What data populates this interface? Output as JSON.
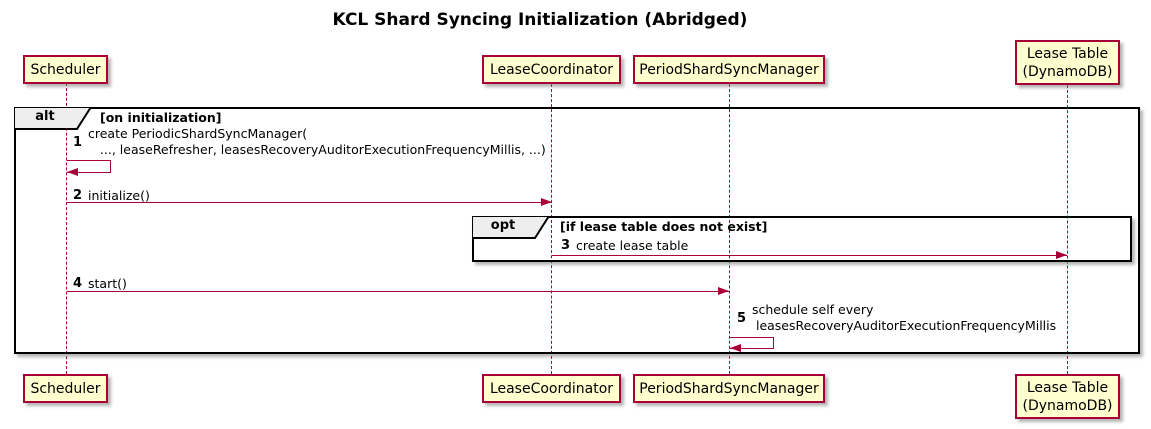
{
  "title": "KCL Shard Syncing Initialization (Abridged)",
  "participants": [
    {
      "name": "Scheduler"
    },
    {
      "name": "LeaseCoordinator"
    },
    {
      "name": "PeriodShardSyncManager"
    },
    {
      "name": "Lease Table\n(DynamoDB)"
    }
  ],
  "frames": [
    {
      "keyword": "alt",
      "guard": "[on initialization]"
    },
    {
      "keyword": "opt",
      "guard": "[if lease table does not exist]"
    }
  ],
  "messages": [
    {
      "num": "1",
      "text": "create PeriodicShardSyncManager(\n   ..., leaseRefresher, leasesRecoveryAuditorExecutionFrequencyMillis, ...)",
      "from": "Scheduler",
      "to": "Scheduler",
      "type": "self"
    },
    {
      "num": "2",
      "text": "initialize()",
      "from": "Scheduler",
      "to": "LeaseCoordinator",
      "type": "sync"
    },
    {
      "num": "3",
      "text": "create lease table",
      "from": "LeaseCoordinator",
      "to": "Lease Table (DynamoDB)",
      "type": "sync"
    },
    {
      "num": "4",
      "text": "start()",
      "from": "Scheduler",
      "to": "PeriodShardSyncManager",
      "type": "sync"
    },
    {
      "num": "5",
      "text": "schedule self every\n leasesRecoveryAuditorExecutionFrequencyMillis",
      "from": "PeriodShardSyncManager",
      "to": "PeriodShardSyncManager",
      "type": "self"
    }
  ],
  "colors": {
    "participant_fill": "#FEFECE",
    "stroke": "#A80036",
    "frame_border": "#000000",
    "frame_label_bg": "#EEEEEE",
    "background": "#FFFFFF"
  }
}
